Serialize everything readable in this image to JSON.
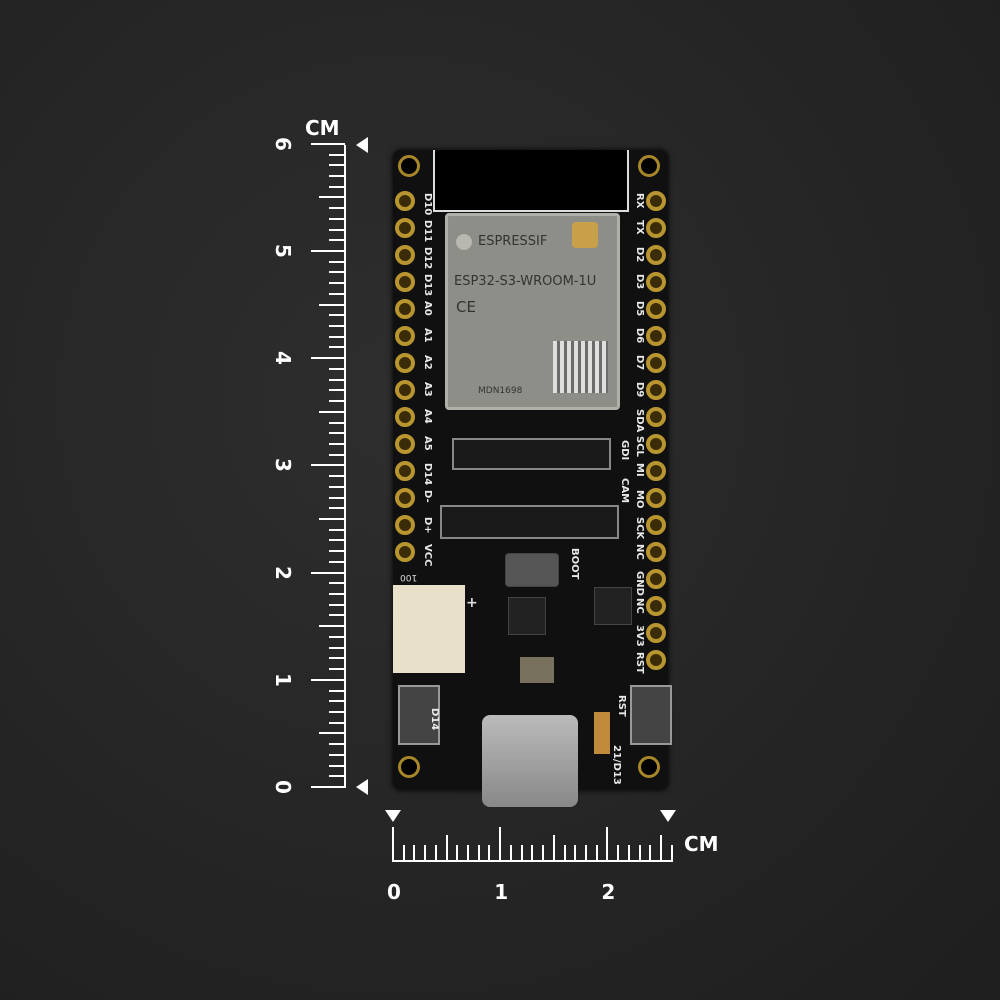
{
  "board": {
    "left_pins": [
      "D10",
      "D11",
      "D12",
      "D13",
      "A0",
      "A1",
      "A2",
      "A3",
      "A4",
      "A5",
      "D14",
      "D-",
      "D+",
      "VCC"
    ],
    "right_pins": [
      "RX",
      "TX",
      "D2",
      "D3",
      "D5",
      "D6",
      "D7",
      "D9",
      "SDA",
      "SCL",
      "MI",
      "MO",
      "SCK",
      "NC",
      "GND",
      "NC",
      "3V3",
      "RST"
    ],
    "module": {
      "brand": "ESPRESSIF",
      "model": "ESP32-S3-WROOM-1U",
      "mark": "CE",
      "code": "MDN1698"
    },
    "labels": {
      "gdi": "GDI",
      "cam": "CAM",
      "boot": "BOOT",
      "rst": "RST",
      "led1": "21/D13",
      "led2": "D14",
      "connector": "100",
      "plus": "+"
    }
  },
  "rulers": {
    "vertical": {
      "unit": "CM",
      "labels": [
        "0",
        "1",
        "2",
        "3",
        "4",
        "5",
        "6"
      ]
    },
    "horizontal": {
      "unit": "CM",
      "labels": [
        "0",
        "1",
        "2"
      ]
    }
  }
}
